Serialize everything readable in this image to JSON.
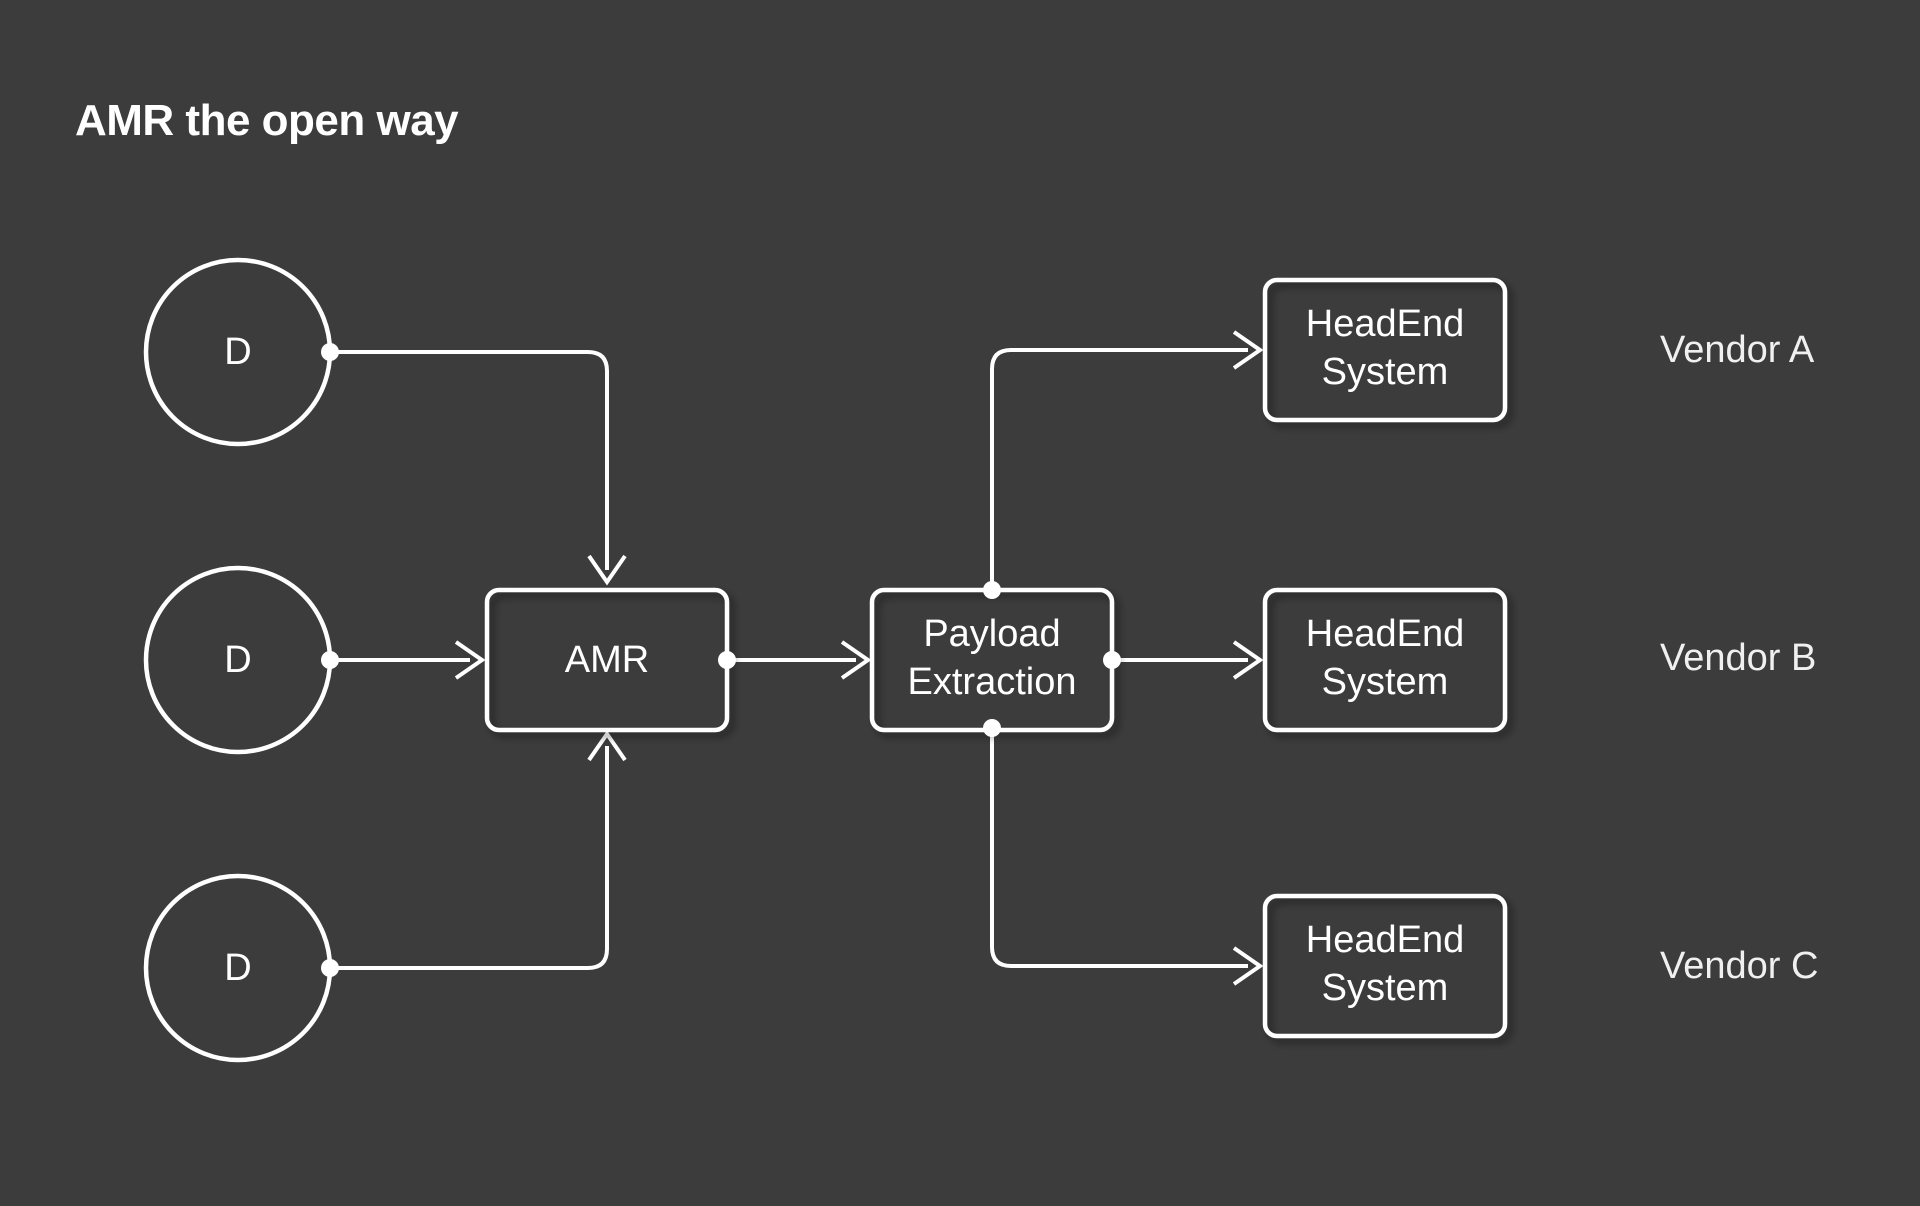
{
  "slide": {
    "title": "AMR the open way",
    "background_color": "#3c3c3c",
    "stroke_color": "#ffffff",
    "text_color": "#ffffff"
  },
  "diagram": {
    "type": "flow",
    "devices": [
      {
        "id": "device-top",
        "label": "D",
        "shape": "circle"
      },
      {
        "id": "device-middle",
        "label": "D",
        "shape": "circle"
      },
      {
        "id": "device-bottom",
        "label": "D",
        "shape": "circle"
      }
    ],
    "processors": [
      {
        "id": "amr",
        "label": "AMR",
        "shape": "rounded-rect"
      },
      {
        "id": "payload-extraction",
        "label_line1": "Payload",
        "label_line2": "Extraction",
        "shape": "rounded-rect"
      }
    ],
    "headends": [
      {
        "id": "headend-a",
        "label_line1": "HeadEnd",
        "label_line2": "System",
        "vendor": "Vendor A"
      },
      {
        "id": "headend-b",
        "label_line1": "HeadEnd",
        "label_line2": "System",
        "vendor": "Vendor B"
      },
      {
        "id": "headend-c",
        "label_line1": "HeadEnd",
        "label_line2": "System",
        "vendor": "Vendor C"
      }
    ],
    "edges": [
      {
        "from": "device-top",
        "to": "amr"
      },
      {
        "from": "device-middle",
        "to": "amr"
      },
      {
        "from": "device-bottom",
        "to": "amr"
      },
      {
        "from": "amr",
        "to": "payload-extraction"
      },
      {
        "from": "payload-extraction",
        "to": "headend-a"
      },
      {
        "from": "payload-extraction",
        "to": "headend-b"
      },
      {
        "from": "payload-extraction",
        "to": "headend-c"
      }
    ]
  }
}
